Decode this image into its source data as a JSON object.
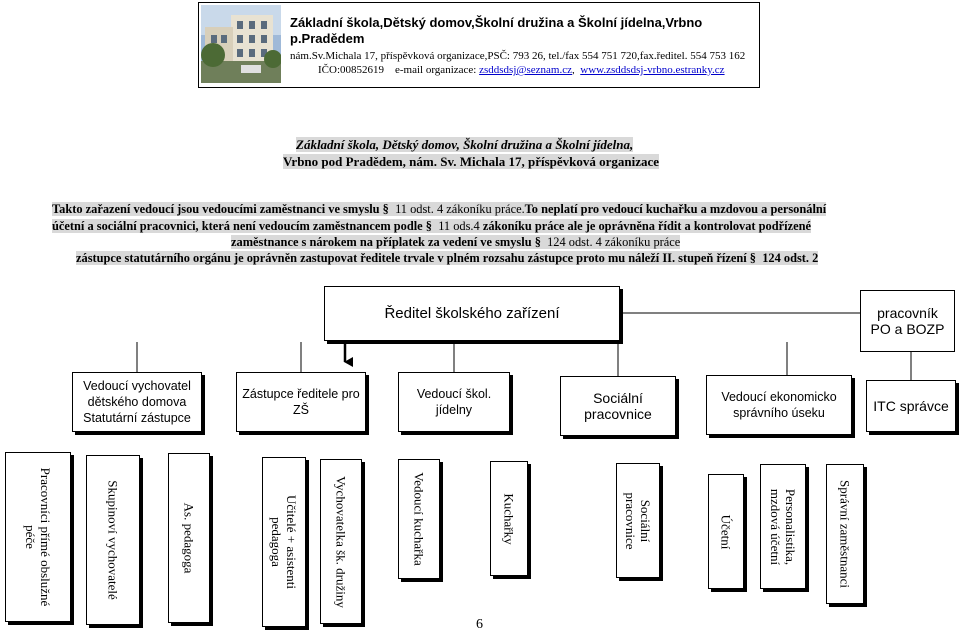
{
  "header": {
    "title": "Základní škola,Dětský domov,Školní družina a Školní jídelna,Vrbno p.Pradědem",
    "address": "nám.Sv.Michala 17, příspěvková organizace,PSČ: 793 26, tel./fax 554 751 720,fax.ředitel. 554 753 162",
    "ico": "IČO:00852619",
    "email_label": "e-mail organizace:",
    "email": "zsddsdsj@seznam.cz",
    "sep": ",",
    "web": "www.zsddsdsj-vrbno.estranky.cz"
  },
  "subtitle": {
    "line1": "Základní škola, Dětský domov, Školní družina a Školní jídelna,",
    "line2": "Vrbno pod Pradědem, nám. Sv. Michala 17, příspěvková organizace"
  },
  "paragraph": {
    "l1a": "Takto zařazení vedoucí jsou vedoucími zaměstnanci ve smyslu",
    "l1b": "11 odst. 4 zákoníku práce.",
    "l1c": "To neplatí pro vedoucí kuchařku a mzdovou a personální",
    "l2a": "účetní a sociální pracovnici, která není vedoucím zaměstnancem podle",
    "l2b": "11 ods.4",
    "l2c": "zákoníku práce ale je oprávněna řídit a kontrolovat podřízené",
    "l3a": "zaměstnance s nárokem na příplatek za vedení ve smyslu",
    "l3b": "124 odst. 4 zákoníku práce",
    "l4": "zástupce statutárního orgánu je oprávněn zastupovat ředitele trvale v plném rozsahu zástupce proto mu náleží II. stupeň řízení",
    "l4b": "124 odst. 2",
    "section_sign": "§"
  },
  "chart": {
    "director": "Ředitel školského zařízení",
    "safety_l1": "pracovník",
    "safety_l2": "PO a BOZP",
    "level2": [
      {
        "l1": "Vedoucí vychovatel",
        "l2": "dětského domova",
        "l3": "Statutární zástupce"
      },
      {
        "l1": "Zástupce ředitele pro",
        "l2": "ZŠ"
      },
      {
        "l1": "Vedoucí škol.",
        "l2": "jídelny"
      },
      {
        "l1": "Sociální",
        "l2": "pracovnice"
      },
      {
        "l1": "Vedoucí ekonomicko",
        "l2": "správního úseku"
      },
      {
        "l1": "ITC správce"
      }
    ],
    "level3": [
      {
        "l1": "Pracovníci přímé obslužné",
        "l2": "péče"
      },
      {
        "l1": "Skupinoví  vychovatelé"
      },
      {
        "l1": "As. pedagoga"
      },
      {
        "l1": "Učitelé + asistenti",
        "l2": "pedagoga"
      },
      {
        "l1": "Vychovatelka šk. družiny"
      },
      {
        "l1": "Vedoucí kuchařka"
      },
      {
        "l1": "Kuchařky"
      },
      {
        "l1": "Sociální",
        "l2": "pracovnice"
      },
      {
        "l1": "Účetní"
      },
      {
        "l1": "Personalistika,",
        "l2": "mzdová účetní"
      },
      {
        "l1": "Správní zaměstnanci"
      }
    ]
  },
  "page_number": "6"
}
